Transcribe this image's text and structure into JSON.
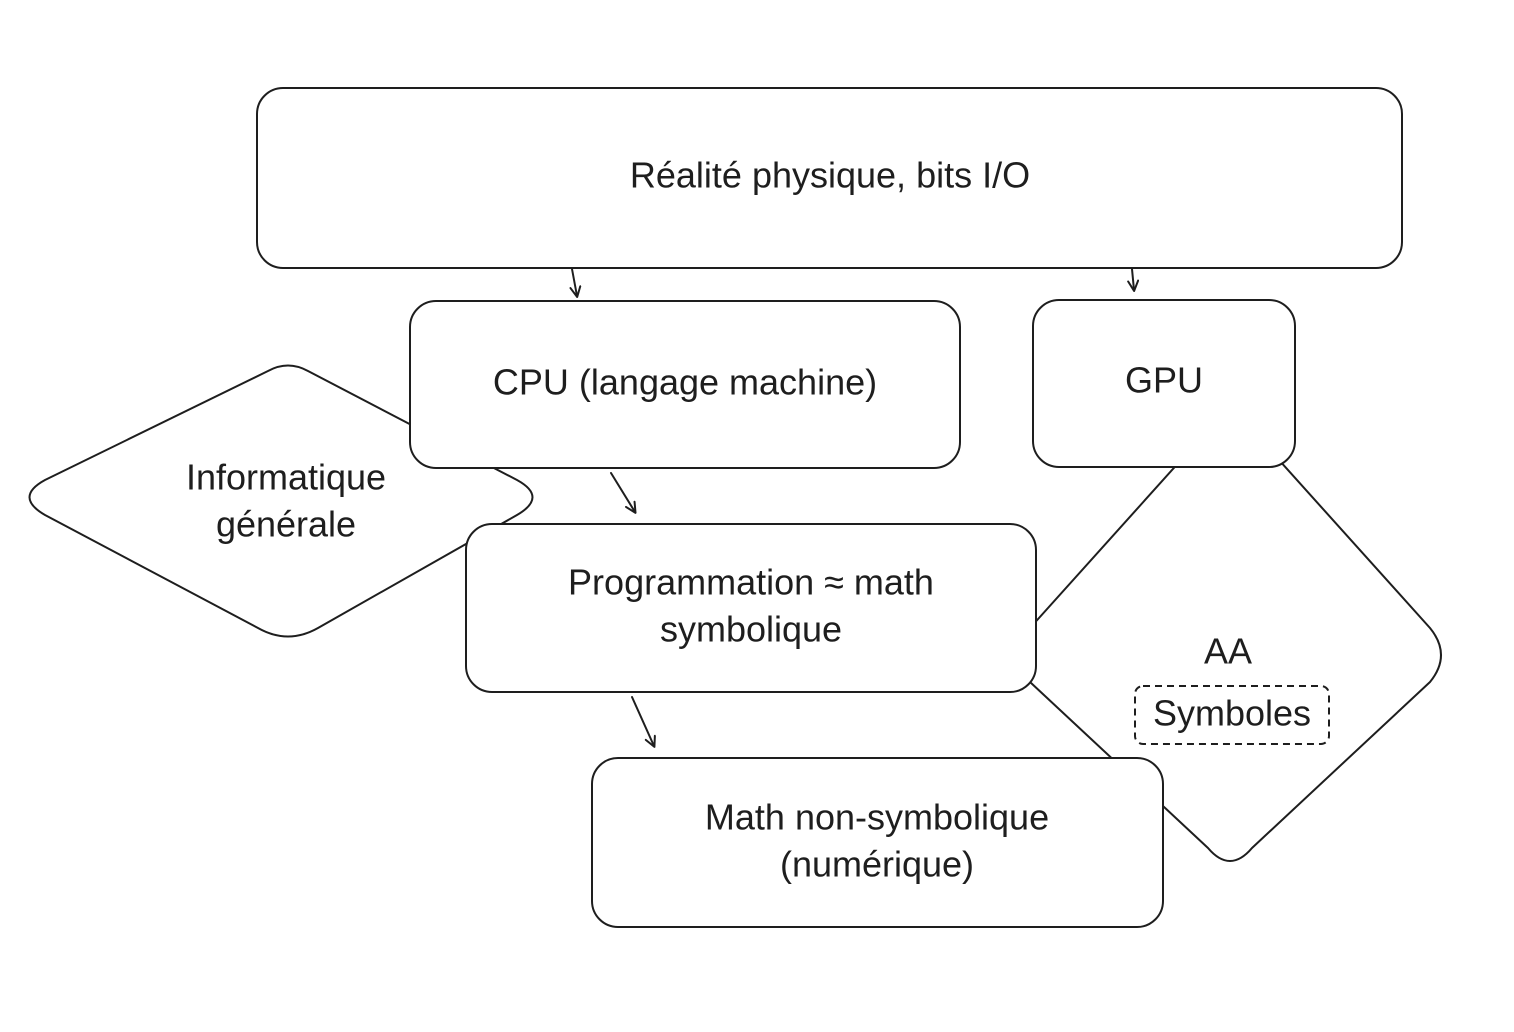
{
  "nodes": {
    "reality": {
      "label": "Réalité physique, bits I/O"
    },
    "cpu": {
      "label": "CPU (langage machine)"
    },
    "gpu": {
      "label": "GPU"
    },
    "informatique": {
      "line1": "Informatique",
      "line2": "générale"
    },
    "programmation": {
      "line1": "Programmation ≈ math",
      "line2": "symbolique"
    },
    "aa": {
      "label": "AA",
      "inner": "Symboles"
    },
    "math_numeric": {
      "line1": "Math non-symbolique",
      "line2": "(numérique)"
    }
  },
  "colors": {
    "stroke": "#1e1e1e",
    "fill": "#ffffff"
  }
}
